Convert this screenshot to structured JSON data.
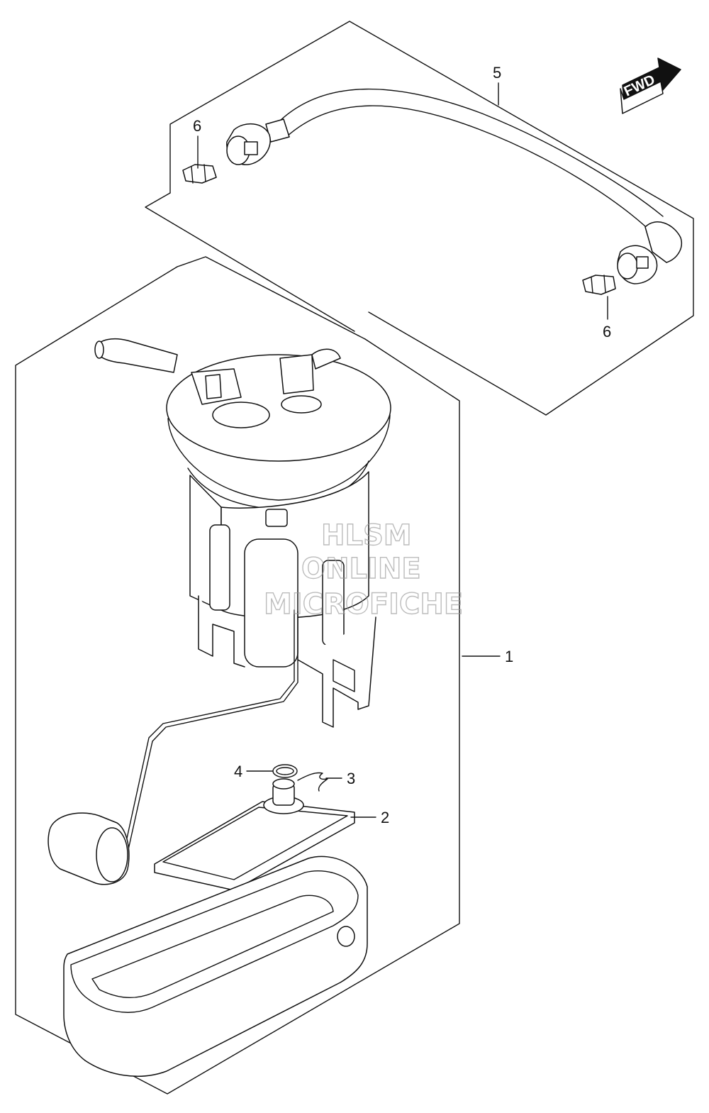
{
  "callouts": [
    {
      "label": "1"
    },
    {
      "label": "2"
    },
    {
      "label": "3"
    },
    {
      "label": "4"
    },
    {
      "label": "5"
    },
    {
      "label": "6"
    },
    {
      "label": "6"
    }
  ],
  "direction_badge": {
    "label": "FWD",
    "icon": "arrow-right-icon"
  },
  "watermark": {
    "line1": "HLSM",
    "line2": "ONLINE",
    "line3": "MICROFICHE"
  },
  "colors": {
    "line": "#111111",
    "watermark": "#999999",
    "background": "#ffffff"
  }
}
